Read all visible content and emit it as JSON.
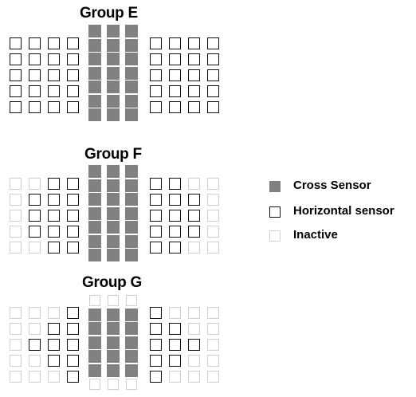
{
  "groups": [
    {
      "title": "Group E",
      "left_grid": [
        "HHHH",
        "HHHH",
        "HHHH",
        "HHHH",
        "HHHH"
      ],
      "center_grid": [
        "CCC",
        "CCC",
        "CCC",
        "CCC",
        "CCC",
        "CCC",
        "CCC"
      ],
      "right_grid": [
        "HHHH",
        "HHHH",
        "HHHH",
        "HHHH",
        "HHHH"
      ]
    },
    {
      "title": "Group F",
      "left_grid": [
        "IIHH",
        "IHHH",
        "IHHH",
        "IHHH",
        "IIHH"
      ],
      "center_grid": [
        "CCC",
        "CCC",
        "CCC",
        "CCC",
        "CCC",
        "CCC",
        "CCC"
      ],
      "right_grid": [
        "HHII",
        "HHHI",
        "HHHI",
        "HHHI",
        "HHII"
      ]
    },
    {
      "title": "Group G",
      "left_grid": [
        "IIIH",
        "IIHH",
        "IHHH",
        "IIHH",
        "IIIH"
      ],
      "center_grid": [
        "III",
        "CCC",
        "CCC",
        "CCC",
        "CCC",
        "CCC",
        "III"
      ],
      "right_grid": [
        "HIII",
        "HHII",
        "HHHI",
        "HHII",
        "HIII"
      ]
    }
  ],
  "legend": [
    {
      "type": "cross",
      "label": "Cross Sensor"
    },
    {
      "type": "horizontal",
      "label": "Horizontal sensor"
    },
    {
      "type": "inactive",
      "label": "Inactive"
    }
  ],
  "cell_codes": {
    "C": "cross",
    "H": "horizontal",
    "I": "inactive"
  },
  "colors": {
    "cross": "#808080",
    "horizontal_border": "#111111",
    "inactive_border": "#cfcfcf"
  }
}
